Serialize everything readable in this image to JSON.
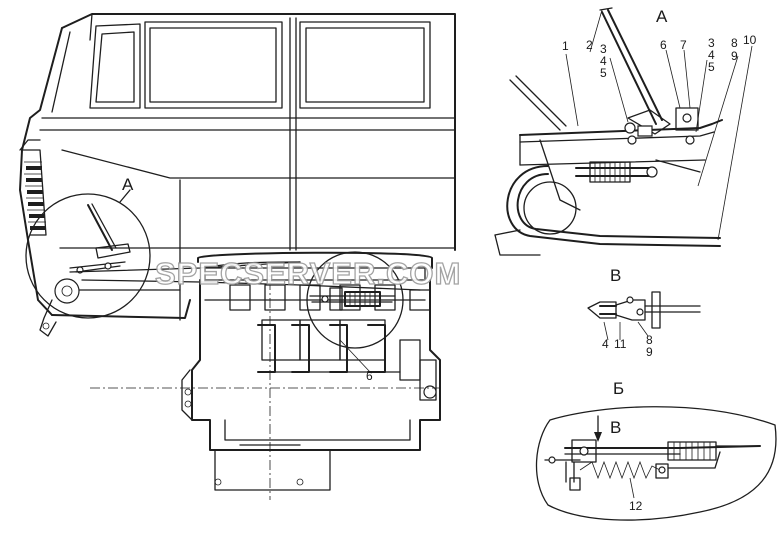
{
  "watermark": "SPECSERVER.COM",
  "views": {
    "view_a_main": "А",
    "view_a_detail": "А",
    "view_v_detail": "В",
    "view_b_detail": "Б",
    "view_v_arrow": "В"
  },
  "callouts": {
    "c1": "1",
    "c2": "2",
    "c3a": "3",
    "c4a": "4",
    "c5a": "5",
    "c6": "6",
    "c7": "7",
    "c3b": "3",
    "c4b": "4",
    "c5b": "5",
    "c8a": "8",
    "c9a": "9",
    "c10": "10",
    "c4c": "4",
    "c11": "11",
    "c8b": "8",
    "c9b": "9",
    "c12": "12",
    "c6_engine": "6"
  }
}
